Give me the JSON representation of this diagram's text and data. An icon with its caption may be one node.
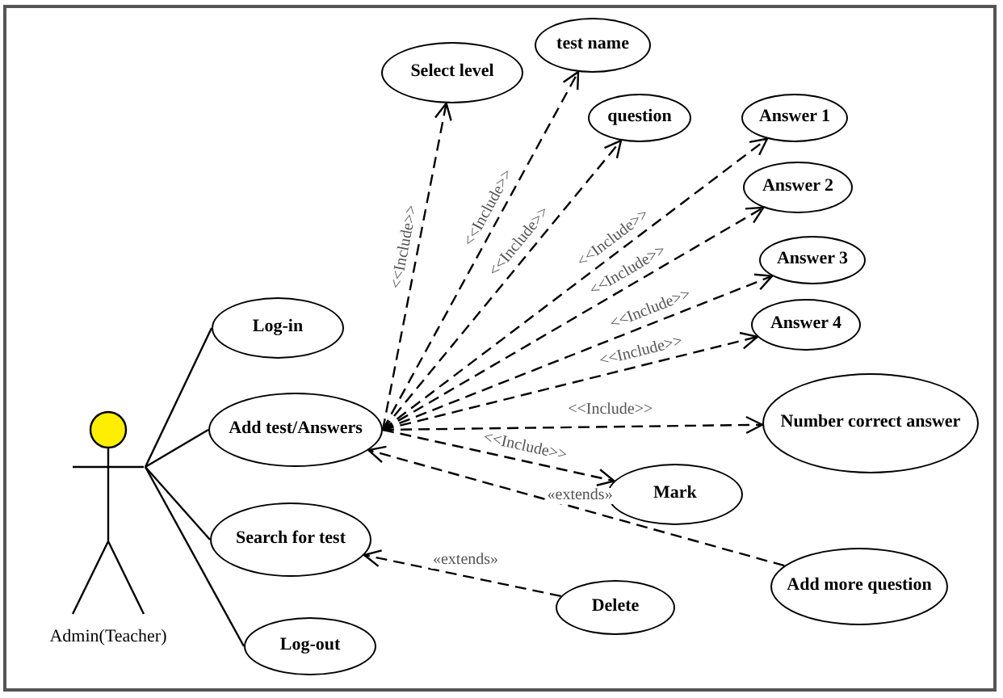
{
  "diagram": {
    "nodes": [
      {
        "text": [],
        "shape": "person",
        "beside": [
          "Admin(Teacher)"
        ]
      },
      {
        "text": [
          "Log-in"
        ]
      },
      {
        "text": [
          "Add test/Answers"
        ]
      },
      {
        "text": [
          "Search for test"
        ]
      },
      {
        "text": [
          "Log-out"
        ]
      },
      {
        "text": [
          "Select level"
        ]
      },
      {
        "text": [
          "test name"
        ]
      },
      {
        "text": [
          "question"
        ]
      },
      {
        "text": [
          "Answer 1"
        ]
      },
      {
        "text": [
          "Answer 2"
        ]
      },
      {
        "text": [
          "Answer 3"
        ]
      },
      {
        "text": [
          "Answer 4"
        ]
      },
      {
        "text": [
          "Number correct answer"
        ]
      },
      {
        "text": [
          "Mark"
        ]
      },
      {
        "text": [
          "Add more question"
        ]
      },
      {
        "text": [
          "Delete"
        ]
      }
    ],
    "edges": [
      {
        "from": 0,
        "to": 1,
        "arrow": "none"
      },
      {
        "from": 0,
        "to": 2,
        "arrow": "none"
      },
      {
        "from": 0,
        "to": 3,
        "arrow": "none"
      },
      {
        "from": 0,
        "to": 4,
        "arrow": "none"
      },
      {
        "from": 2,
        "to": 5,
        "arrow": "to",
        "style": "dashed",
        "label": "<<Include>>"
      },
      {
        "from": 2,
        "to": 6,
        "arrow": "to",
        "style": "dashed",
        "label": "<<Include>>"
      },
      {
        "from": 2,
        "to": 7,
        "arrow": "to",
        "style": "dashed",
        "label": "<<Include>>"
      },
      {
        "from": 2,
        "to": 8,
        "arrow": "to",
        "style": "dashed",
        "label": "<<Include>>"
      },
      {
        "from": 2,
        "to": 9,
        "arrow": "to",
        "style": "dashed",
        "label": "<<Include>>"
      },
      {
        "from": 2,
        "to": 10,
        "arrow": "to",
        "style": "dashed",
        "label": "<<Include>>"
      },
      {
        "from": 2,
        "to": 11,
        "arrow": "to",
        "style": "dashed",
        "label": "<<Include>>"
      },
      {
        "from": 2,
        "to": 12,
        "arrow": "to",
        "style": "dashed",
        "label": "<<Include>>"
      },
      {
        "from": 2,
        "to": 13,
        "arrow": "to",
        "style": "dashed",
        "label": "<<Include>>"
      },
      {
        "from": 14,
        "to": 2,
        "arrow": "to",
        "style": "dashed",
        "label": "«extends»"
      },
      {
        "from": 15,
        "to": 3,
        "arrow": "to",
        "style": "dashed",
        "label": "«extends»"
      }
    ]
  }
}
